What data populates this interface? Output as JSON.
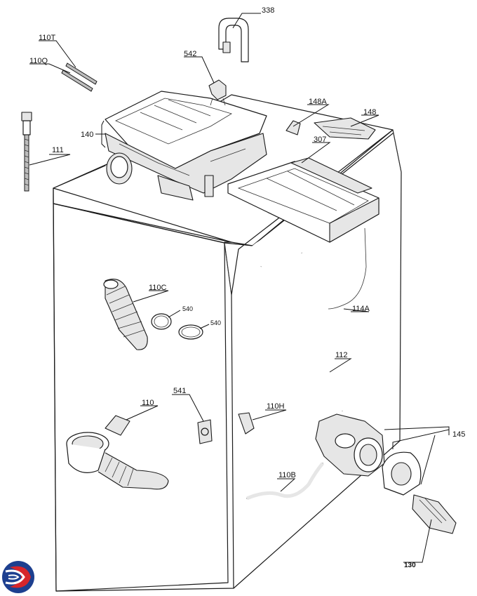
{
  "labels": {
    "p338": "338",
    "p110T": "110T",
    "p542": "542",
    "p110Q": "110Q",
    "p148A": "148A",
    "p148": "148",
    "p140": "140",
    "p307": "307",
    "p111": "111",
    "p110C": "110C",
    "p540a": "540",
    "p540b": "540",
    "p114A": "114A",
    "p112": "112",
    "p541": "541",
    "p110": "110",
    "p110H": "110H",
    "p145": "145",
    "p110B": "110B",
    "p130": "130"
  },
  "colors": {
    "logo_blue": "#1d3f8f",
    "logo_red": "#d6262b"
  }
}
